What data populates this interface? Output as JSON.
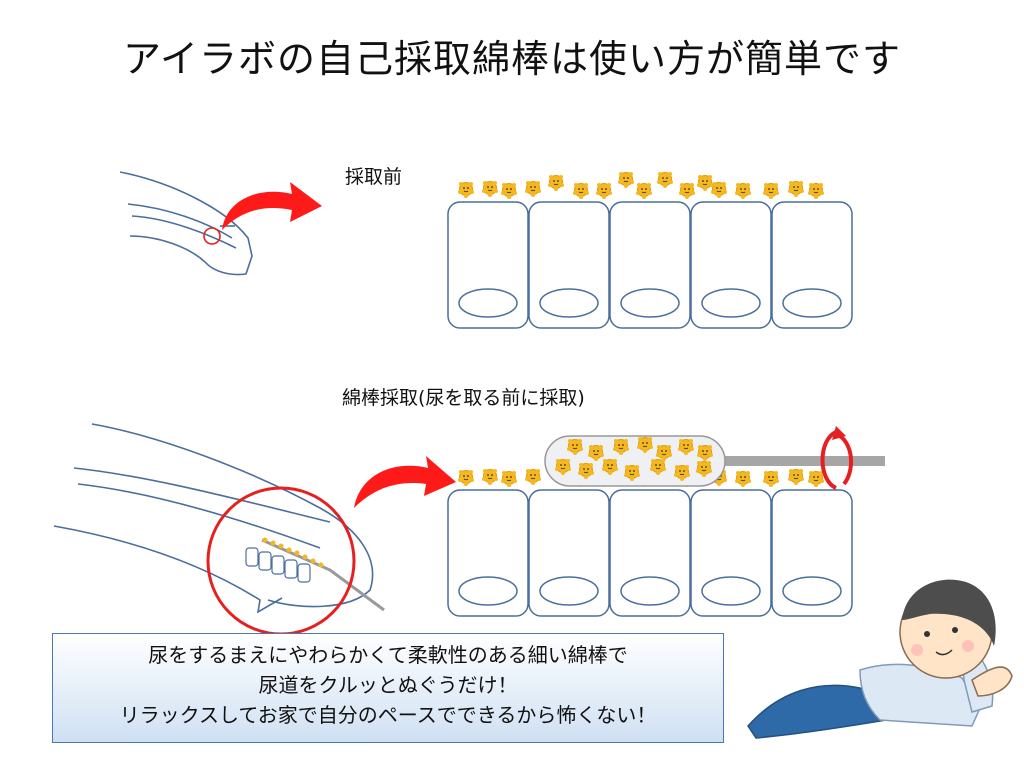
{
  "title": "アイラボの自己採取綿棒は使い方が簡単です",
  "labels": {
    "before": "採取前",
    "swab": "綿棒採取(尿を取る前に採取)"
  },
  "info_box": {
    "lines": [
      "尿をするまえにやわらかくて柔軟性のある細い綿棒で",
      "尿道をクルッとぬぐうだけ！",
      "リラックスしてお家で自分のペースでできるから怖くない！"
    ]
  },
  "colors": {
    "outline": "#4a6e9e",
    "arrow": "#ff1a1a",
    "bacteria": "#f5b81e",
    "swab_stick": "#a6a6a6",
    "box_border": "#4a78b3",
    "shirt": "#dce9f4",
    "pants": "#2f6aa8",
    "hair": "#4d4d4d"
  },
  "icons": {
    "bacteria": "smiley-germ-icon",
    "rotation": "rotate-arrow-icon",
    "person": "reclining-man-icon"
  }
}
